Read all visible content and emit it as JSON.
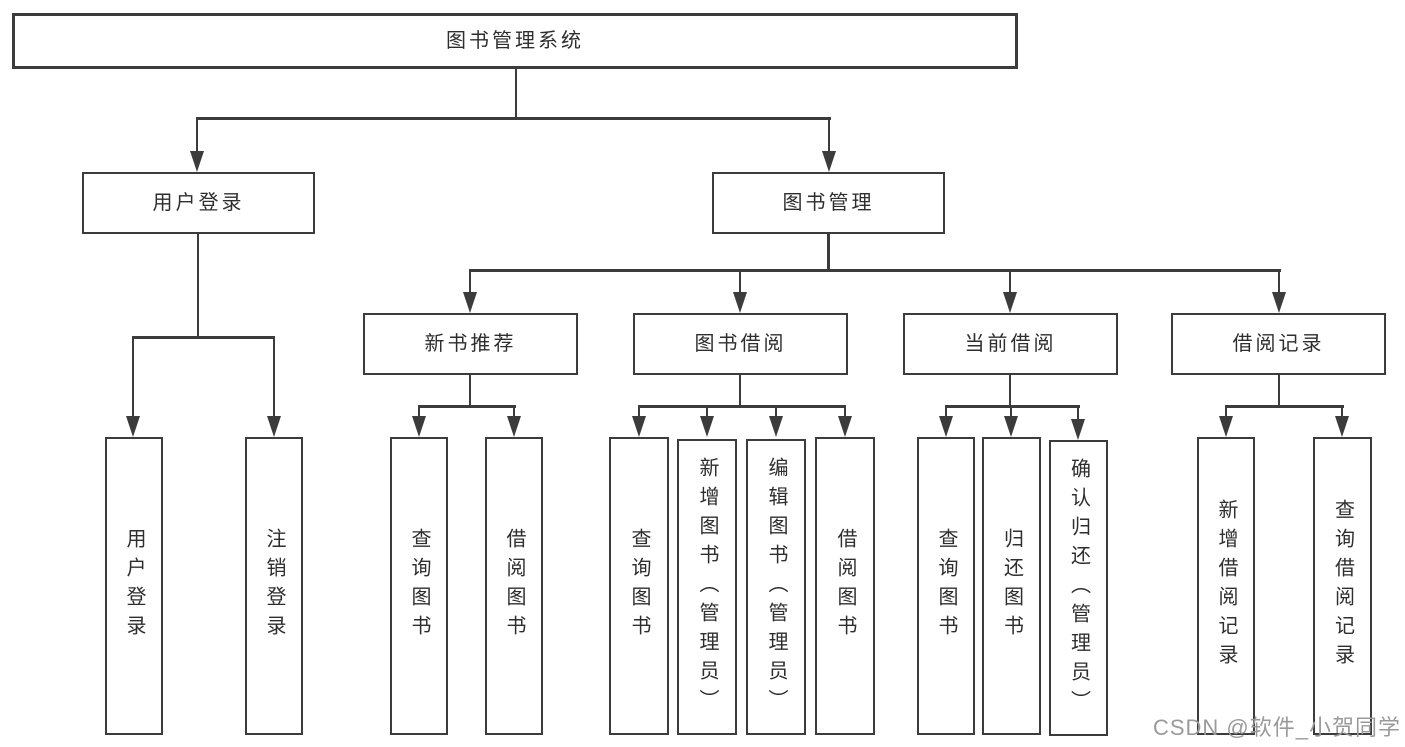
{
  "title": "图书管理系统",
  "level2": [
    "用户登录",
    "图书管理"
  ],
  "level3": [
    "新书推荐",
    "图书借阅",
    "当前借阅",
    "借阅记录"
  ],
  "leaves": {
    "login": [
      "用户登录",
      "注销登录"
    ],
    "newbook": [
      "查询图书",
      "借阅图书"
    ],
    "borrow": [
      "查询图书",
      "新增图书（管理员）",
      "编辑图书（管理员）",
      "借阅图书"
    ],
    "current": [
      "查询图书",
      "归还图书",
      "确认归还（管理员）"
    ],
    "records": [
      "新增借阅记录",
      "查询借阅记录"
    ]
  },
  "watermark": "CSDN @软件_小贺同学",
  "colors": {
    "line": "#3c3c3c",
    "text": "#2e2e2e",
    "watermark": "#9a9a9a",
    "background": "#ffffff"
  }
}
